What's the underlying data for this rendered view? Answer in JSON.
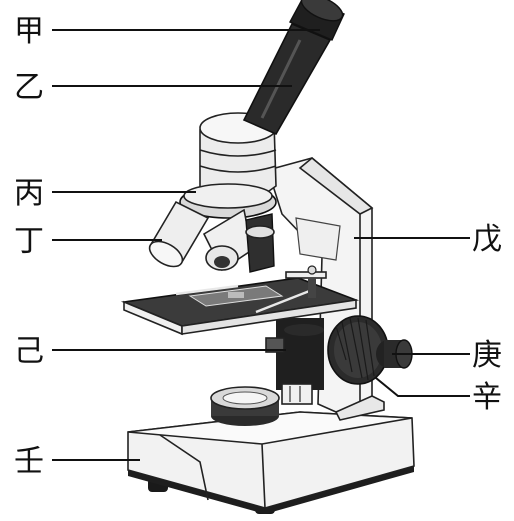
{
  "labels": {
    "eyepiece": "甲",
    "tube": "乙",
    "nosepiece": "丙",
    "objective": "丁",
    "arm": "戊",
    "diaphragm": "己",
    "coarse_knob": "庚",
    "fine_knob": "辛",
    "base": "壬"
  }
}
